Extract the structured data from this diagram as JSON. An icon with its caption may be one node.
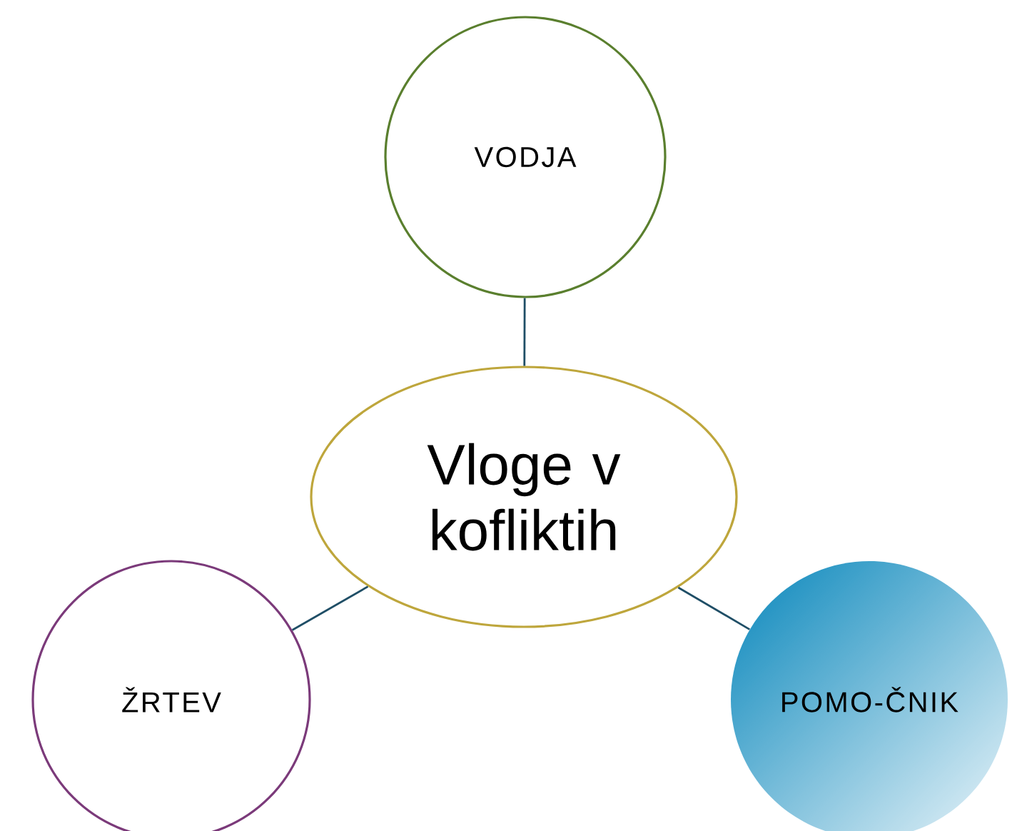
{
  "diagram": {
    "nodes": [
      {
        "text": [
          "VODJA"
        ]
      },
      {
        "text": [
          "Vloge v kofliktih"
        ]
      },
      {
        "text": [
          "ŽRTEV"
        ]
      },
      {
        "text": [
          "POMO-ČNIK"
        ]
      }
    ],
    "edges": [
      {
        "from": 1,
        "to": 0,
        "arrow": "none"
      },
      {
        "from": 1,
        "to": 2,
        "arrow": "none"
      },
      {
        "from": 1,
        "to": 3,
        "arrow": "none"
      }
    ]
  }
}
